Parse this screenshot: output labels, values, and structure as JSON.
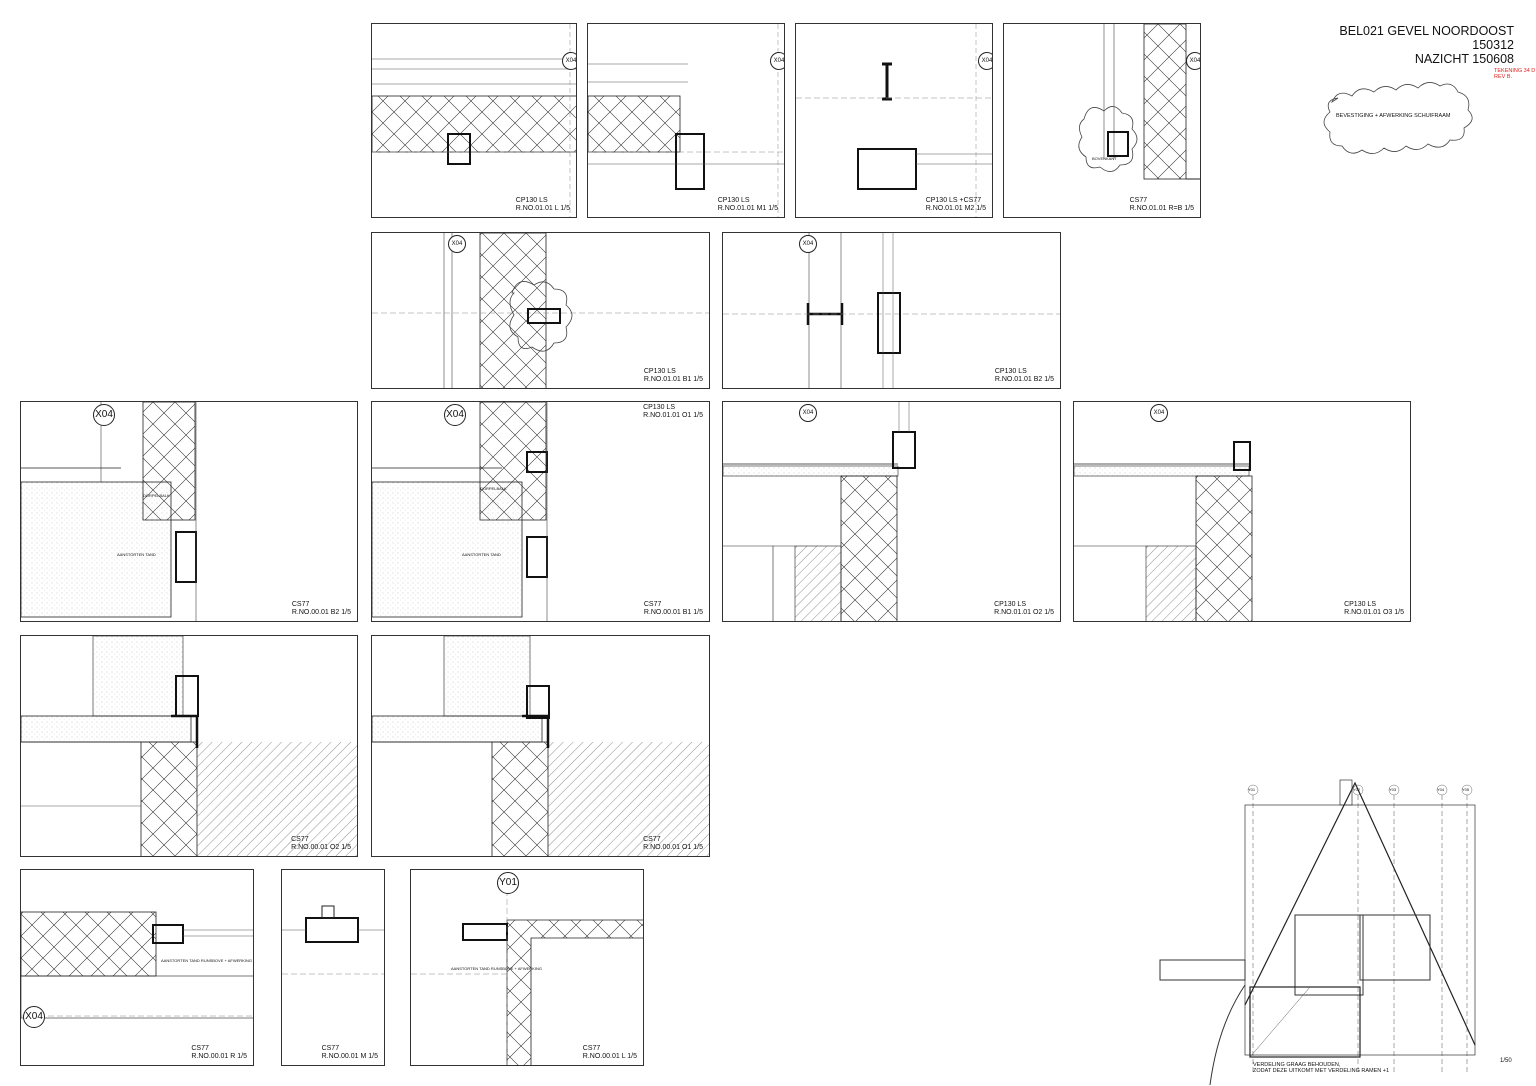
{
  "title": {
    "line1": "BEL021 GEVEL NOORDOOST",
    "line2": "150312",
    "line3": "NAZICHT 150608"
  },
  "revision": {
    "drawing": "TEKENING 34 D",
    "rev": "REV B.",
    "color": "#dd2222"
  },
  "cloud_note": "BEVESTIGING + AFWERKING SCHUIFRAAM",
  "details": [
    {
      "type": "CP130 LS",
      "ref": "R.NO.01.01  L  1/5",
      "bubble": "X04"
    },
    {
      "type": "CP130 LS",
      "ref": "R.NO.01.01  M1  1/5",
      "bubble": "X04"
    },
    {
      "type": "CP130 LS +CS77",
      "ref": "R.NO.01.01  M2  1/5",
      "bubble": "X04"
    },
    {
      "type": "CS77",
      "ref": "R.NO.01.01  R=B  1/5",
      "bubble": "X04",
      "note": "BOVENKANT"
    },
    {
      "type": "CP130 LS",
      "ref": "R.NO.01.01  B1  1/5",
      "bubble": "X04"
    },
    {
      "type": "CP130 LS",
      "ref": "R.NO.01.01  B2  1/5",
      "bubble": "X04"
    },
    {
      "type": "CS77",
      "ref": "R.NO.00.01  B2  1/5",
      "bubble": "X04",
      "note1": "DORPELBALK",
      "note2": "AANSTORTEN TAND"
    },
    {
      "type": "CS77",
      "ref": "R.NO.00.01  B1  1/5",
      "bubble": "X04",
      "note1": "DORPELBALK",
      "note2": "AANSTORTEN TAND"
    },
    {
      "type": "CP130 LS",
      "ref": "R.NO.01.01  O1  1/5"
    },
    {
      "type": "CP130 LS",
      "ref": "R.NO.01.01  O2  1/5",
      "bubble": "X04"
    },
    {
      "type": "CP130 LS",
      "ref": "R.NO.01.01  O3  1/5",
      "bubble": "X04"
    },
    {
      "type": "CS77",
      "ref": "R.NO.00.01  O2  1/5"
    },
    {
      "type": "CS77",
      "ref": "R.NO.00.01  O1  1/5"
    },
    {
      "type": "CS77",
      "ref": "R.NO.00.01  R  1/5",
      "bubble": "X04",
      "note": "AANSTORTEN TAND RUNSBOVE + AFWERKING"
    },
    {
      "type": "CS77",
      "ref": "R.NO.00.01  M  1/5"
    },
    {
      "type": "CS77",
      "ref": "R.NO.00.01  L  1/5",
      "bubble": "Y01",
      "note": "AANSTORTEN TAND RUNSBOVE + AFWERKING"
    }
  ],
  "elevation": {
    "axes": [
      "Y01",
      "Y02",
      "Y03",
      "Y04",
      "Y05"
    ],
    "scale": "1/50",
    "note_line1": "VERDELING GRAAG BEHOUDEN,",
    "note_line2": "ZODAT DEZE UITKOMT MET VERDELING RAMEN +1"
  }
}
